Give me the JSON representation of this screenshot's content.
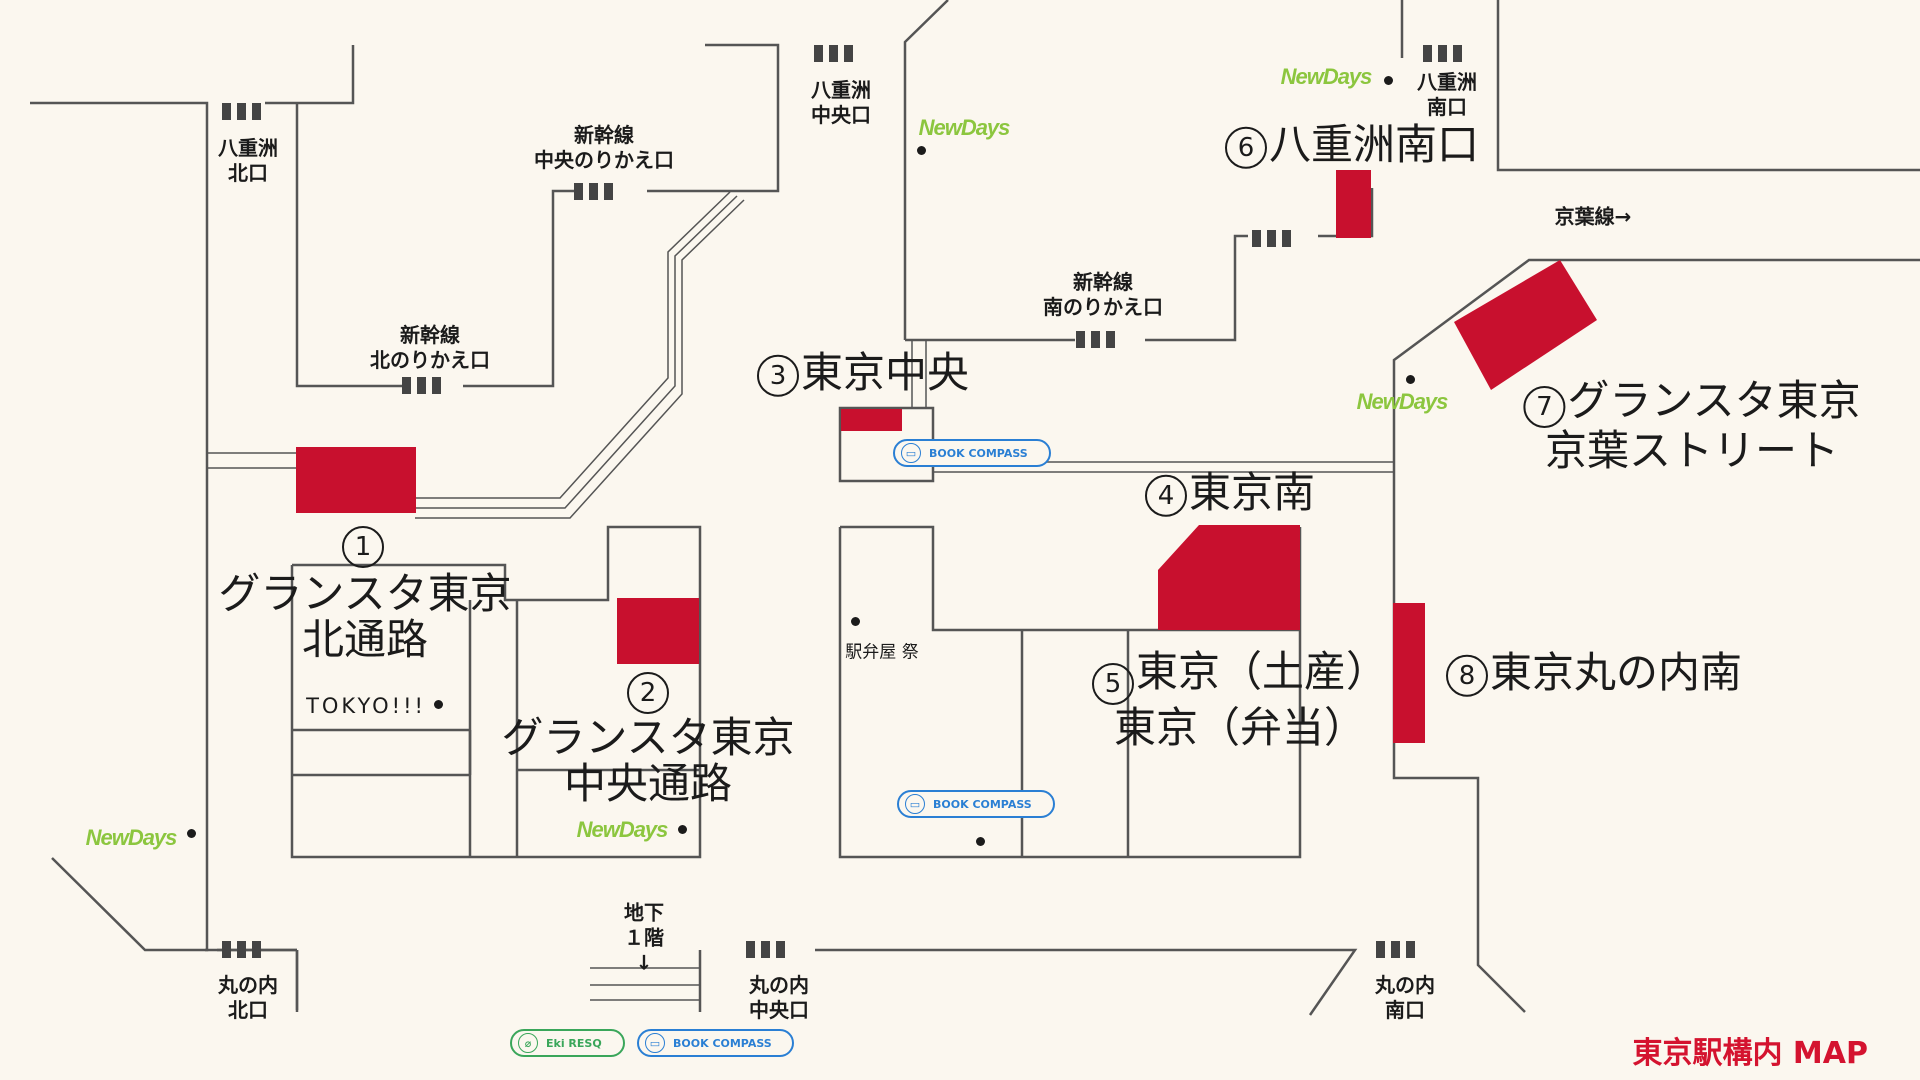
{
  "map": {
    "title": "東京駅構内 MAP",
    "colors": {
      "background": "#fbf7ef",
      "shop_block": "#c8102e",
      "line": "#555555",
      "newdays": "#8cc63f",
      "book_compass": "#2a7fd4",
      "eki_resq": "#3aa65a",
      "title": "#d4132f"
    }
  },
  "gates": {
    "yaesu_kita": "八重洲\n北口",
    "shinkansen_chuo": "新幹線\n中央のりかえ口",
    "yaesu_chuo": "八重洲\n中央口",
    "yaesu_minami": "八重洲\n南口",
    "shinkansen_kita": "新幹線\n北のりかえ口",
    "shinkansen_minami": "新幹線\n南のりかえ口",
    "keiyo": "京葉線→",
    "chika": "地下\n１階\n↓",
    "marunouchi_kita": "丸の内\n北口",
    "marunouchi_chuo": "丸の内\n中央口",
    "marunouchi_minami": "丸の内\n南口"
  },
  "areas": {
    "a1": {
      "num": "1",
      "name": "グランスタ東京\n北通路"
    },
    "a2": {
      "num": "2",
      "name": "グランスタ東京\n中央通路"
    },
    "a3": {
      "num": "3",
      "name": "東京中央"
    },
    "a4": {
      "num": "4",
      "name": "東京南"
    },
    "a5": {
      "num": "5",
      "name": "東京（土産）\n東京（弁当）"
    },
    "a6": {
      "num": "6",
      "name": "八重洲南口"
    },
    "a7": {
      "num": "7",
      "name": "グランスタ東京\n京葉ストリート"
    },
    "a8": {
      "num": "8",
      "name": "東京丸の内南"
    }
  },
  "shops": {
    "newdays": "NewDays",
    "book_compass": "BOOK COMPASS",
    "eki_resq": "Eki RESQ",
    "tokyoiii": "TOKYO!!!",
    "ekibenya": "駅弁屋 祭"
  },
  "icons": [
    "book-icon",
    "bandage-icon",
    "gate-icon"
  ]
}
